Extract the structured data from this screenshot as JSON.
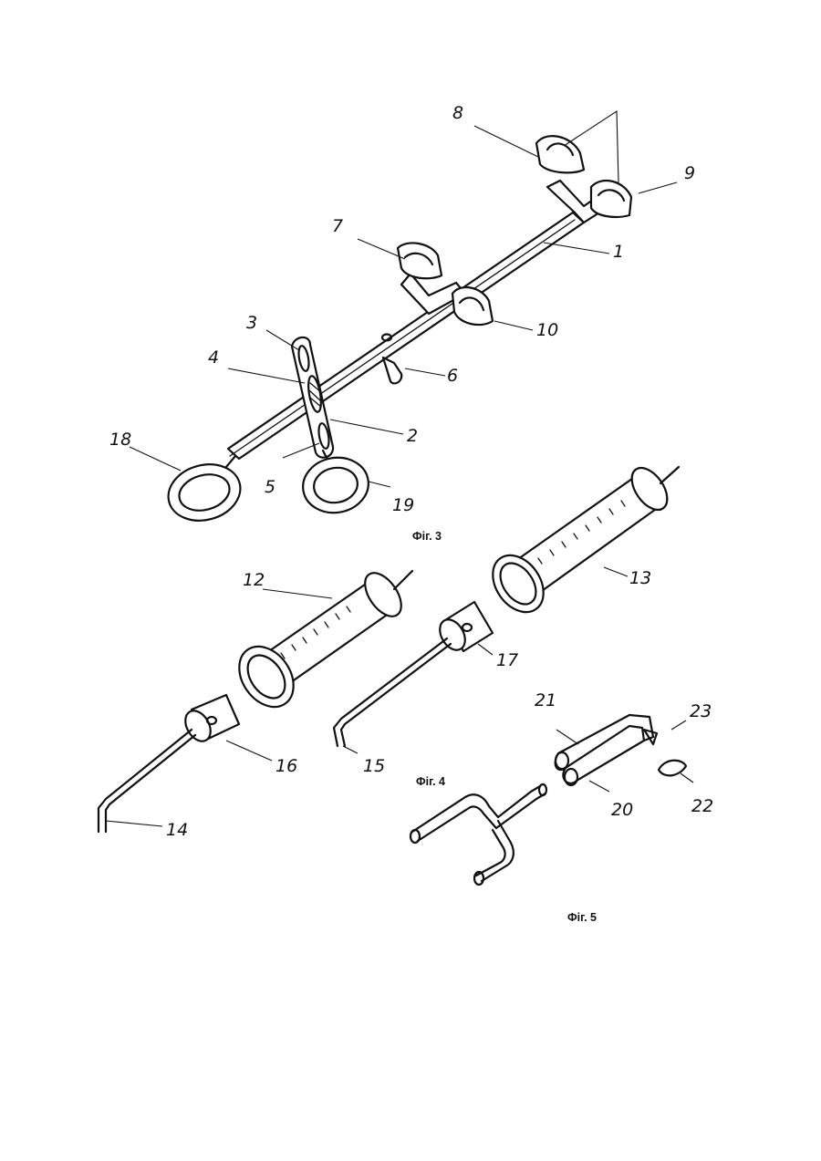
{
  "figures": [
    {
      "caption": "Фіг. 3"
    },
    {
      "caption": "Фіг. 4"
    },
    {
      "caption": "Фіг. 5"
    }
  ],
  "labels": [
    "1",
    "2",
    "3",
    "4",
    "5",
    "6",
    "7",
    "8",
    "9",
    "10",
    "12",
    "13",
    "14",
    "15",
    "16",
    "17",
    "18",
    "19",
    "20",
    "21",
    "22",
    "23"
  ]
}
